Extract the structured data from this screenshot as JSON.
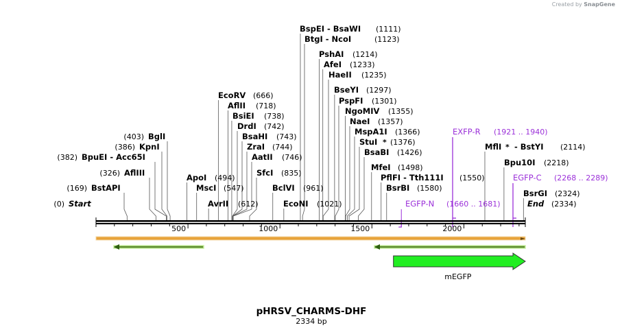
{
  "watermark": {
    "prefix": "Created by",
    "brand": "SnapGene"
  },
  "plasmid": {
    "name": "pHRSV_CHARMS-DHF",
    "length_label": "2334 bp",
    "length": 2334
  },
  "sites": [
    {
      "name": "Start",
      "pos": "(0)",
      "bp": 0,
      "italic": true
    },
    {
      "name": "BstAPI",
      "pos": "(169)",
      "bp": 169
    },
    {
      "name": "AflIII",
      "pos": "(326)",
      "bp": 326
    },
    {
      "name": "BpuEI  -  Acc65I",
      "pos": "(382)",
      "bp": 382
    },
    {
      "name": "KpnI",
      "pos": "(386)",
      "bp": 386
    },
    {
      "name": "BglI",
      "pos": "(403)",
      "bp": 403
    },
    {
      "name": "ApoI",
      "pos": "(494)",
      "bp": 494
    },
    {
      "name": "MscI",
      "pos": "(547)",
      "bp": 547
    },
    {
      "name": "AvrII",
      "pos": "(612)",
      "bp": 612
    },
    {
      "name": "EcoRV",
      "pos": "(666)",
      "bp": 666
    },
    {
      "name": "AflII",
      "pos": "(718)",
      "bp": 718
    },
    {
      "name": "BsiEI",
      "pos": "(738)",
      "bp": 738
    },
    {
      "name": "DrdI",
      "pos": "(742)",
      "bp": 742
    },
    {
      "name": "BsaHI",
      "pos": "(743)",
      "bp": 743
    },
    {
      "name": "ZraI",
      "pos": "(744)",
      "bp": 744
    },
    {
      "name": "AatII",
      "pos": "(746)",
      "bp": 746
    },
    {
      "name": "SfcI",
      "pos": "(835)",
      "bp": 835
    },
    {
      "name": "BclVI",
      "pos": "(961)",
      "bp": 961
    },
    {
      "name": "EcoNI",
      "pos": "(1021)",
      "bp": 1021
    },
    {
      "name": "BspEI  -  BsaWI",
      "pos": "(1111)",
      "bp": 1111
    },
    {
      "name": "BtgI  -  NcoI",
      "pos": "(1123)",
      "bp": 1123
    },
    {
      "name": "PshAI",
      "pos": "(1214)",
      "bp": 1214
    },
    {
      "name": "AfeI",
      "pos": "(1233)",
      "bp": 1233
    },
    {
      "name": "HaeII",
      "pos": "(1235)",
      "bp": 1235
    },
    {
      "name": "BseYI",
      "pos": "(1297)",
      "bp": 1297
    },
    {
      "name": "PspFI",
      "pos": "(1301)",
      "bp": 1301
    },
    {
      "name": "NgoMIV",
      "pos": "(1355)",
      "bp": 1355
    },
    {
      "name": "NaeI",
      "pos": "(1357)",
      "bp": 1357
    },
    {
      "name": "MspA1I",
      "pos": "(1366)",
      "bp": 1366
    },
    {
      "name": "StuI",
      "pos": "(1376)",
      "bp": 1376,
      "star": true
    },
    {
      "name": "BsaBI",
      "pos": "(1426)",
      "bp": 1426
    },
    {
      "name": "MfeI",
      "pos": "(1498)",
      "bp": 1498
    },
    {
      "name": "PflFI  -  Tth111I",
      "pos": "(1550)",
      "bp": 1550
    },
    {
      "name": "BsrBI",
      "pos": "(1580)",
      "bp": 1580
    },
    {
      "name": "MflI",
      "name2": "-  BstYI",
      "pos": "(2114)",
      "bp": 2114,
      "star": true
    },
    {
      "name": "Bpu10I",
      "pos": "(2218)",
      "bp": 2218
    },
    {
      "name": "BsrGI",
      "pos": "(2324)",
      "bp": 2324
    },
    {
      "name": "End",
      "pos": "(2334)",
      "bp": 2334,
      "italic": true
    }
  ],
  "primers": [
    {
      "name": "EGFP-N",
      "pos": "(1660 .. 1681)",
      "start": 1660,
      "end": 1681,
      "dir": "fwd"
    },
    {
      "name": "EXFP-R",
      "pos": "(1921 .. 1940)",
      "start": 1921,
      "end": 1940,
      "dir": "rev"
    },
    {
      "name": "EGFP-C",
      "pos": "(2268 .. 2289)",
      "start": 2268,
      "end": 2289,
      "dir": "rev"
    }
  ],
  "ruler": {
    "ticks": [
      "500",
      "1000",
      "1500",
      "2000"
    ]
  },
  "features": [
    {
      "name": "mEGFP",
      "start": 1617,
      "end": 2336,
      "color": "#22ee22",
      "direction": "forward"
    }
  ],
  "colors": {
    "primer": "#9b30d9",
    "orf_track": "#e8a33a",
    "orf_arrow": "#5a8a2a",
    "feature": "#22ee22"
  }
}
